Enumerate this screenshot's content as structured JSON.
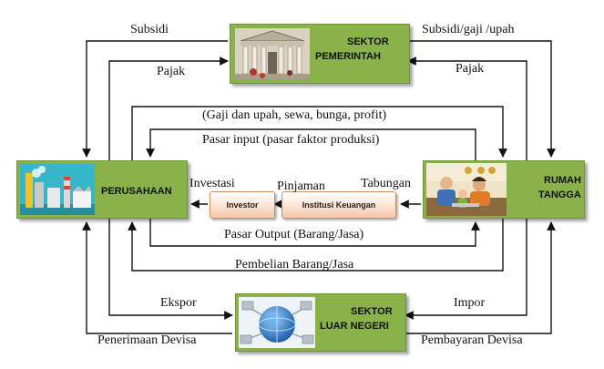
{
  "nodes": {
    "government": {
      "line1": "SEKTOR",
      "line2": "PEMERINTAH"
    },
    "company": {
      "label": "PERUSAHAAN"
    },
    "household": {
      "line1": "RUMAH",
      "line2": "TANGGA"
    },
    "foreign": {
      "line1": "SEKTOR",
      "line2": "LUAR NEGERI"
    },
    "investor": {
      "label": "Investor"
    },
    "finance": {
      "label": "Institusi Keuangan"
    }
  },
  "flows": {
    "subsidi_left": "Subsidi",
    "subsidi_right": "Subsidi/gaji /upah",
    "pajak_left": "Pajak",
    "pajak_right": "Pajak",
    "gaji": "(Gaji dan upah, sewa, bunga, profit)",
    "pasar_input": "Pasar input (pasar faktor produksi)",
    "investasi": "Investasi",
    "pinjaman": "Pinjaman",
    "tabungan": "Tabungan",
    "pasar_output": "Pasar Output (Barang/Jasa)",
    "pembelian": "Pembelian Barang/Jasa",
    "ekspor": "Ekspor",
    "impor": "Impor",
    "penerimaan": "Penerimaan Devisa",
    "pembayaran": "Pembayaran Devisa"
  },
  "colors": {
    "box_fill": "#8ab24a",
    "arrow": "#111111",
    "pill_border": "#c98a5e"
  },
  "icons": {
    "government": "government-building-icon",
    "company": "factory-icon",
    "household": "family-icon",
    "foreign": "globe-network-icon"
  }
}
